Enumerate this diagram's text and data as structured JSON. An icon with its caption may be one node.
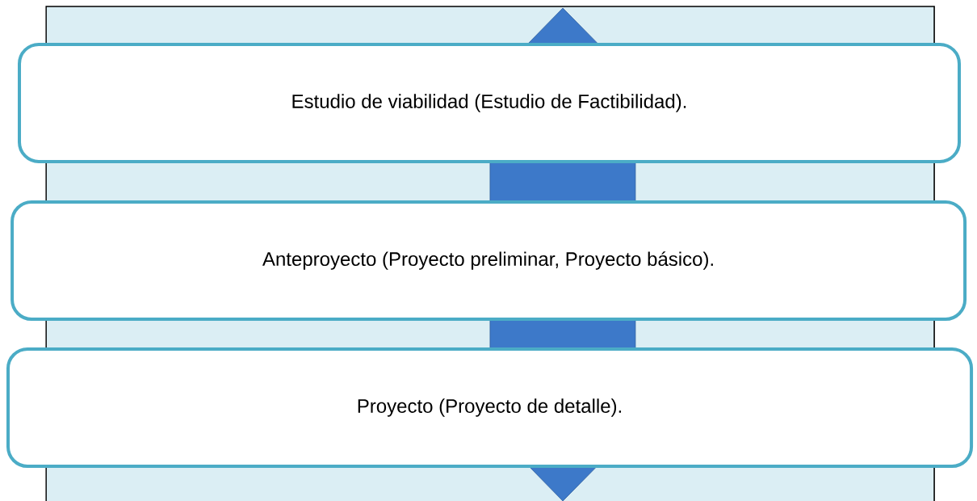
{
  "diagram": {
    "nodes": [
      {
        "text": [
          "Estudio de viabilidad (Estudio de Factibilidad)."
        ]
      },
      {
        "text": [
          "Anteproyecto (Proyecto preliminar, Proyecto básico)."
        ]
      },
      {
        "text": [
          "Proyecto (Proyecto de detalle)."
        ]
      }
    ]
  }
}
